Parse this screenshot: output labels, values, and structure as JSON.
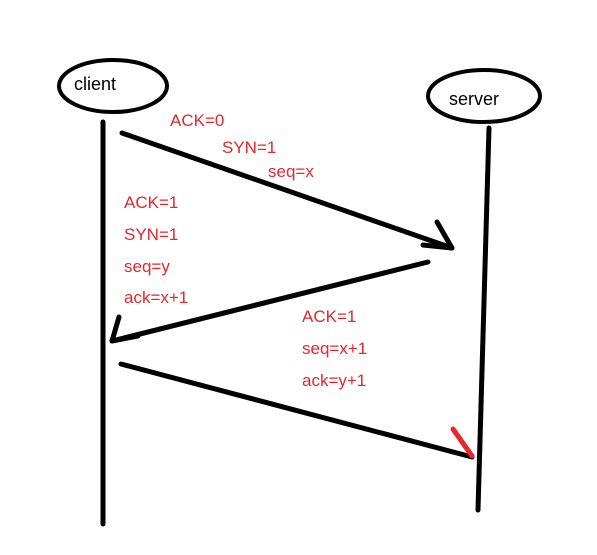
{
  "participants": {
    "client": {
      "label": "client"
    },
    "server": {
      "label": "server"
    }
  },
  "messages": [
    {
      "id": "syn",
      "direction": "client-to-server",
      "fields": [
        "ACK=0",
        "SYN=1",
        "seq=x"
      ]
    },
    {
      "id": "syn-ack",
      "direction": "server-to-client",
      "fields": [
        "ACK=1",
        "SYN=1",
        "seq=y",
        "ack=x+1"
      ]
    },
    {
      "id": "ack",
      "direction": "client-to-server",
      "fields": [
        "ACK=1",
        "seq=x+1",
        "ack=y+1"
      ]
    }
  ],
  "colors": {
    "line": "#000000",
    "label": "#e8262b",
    "background": "#ffffff"
  }
}
